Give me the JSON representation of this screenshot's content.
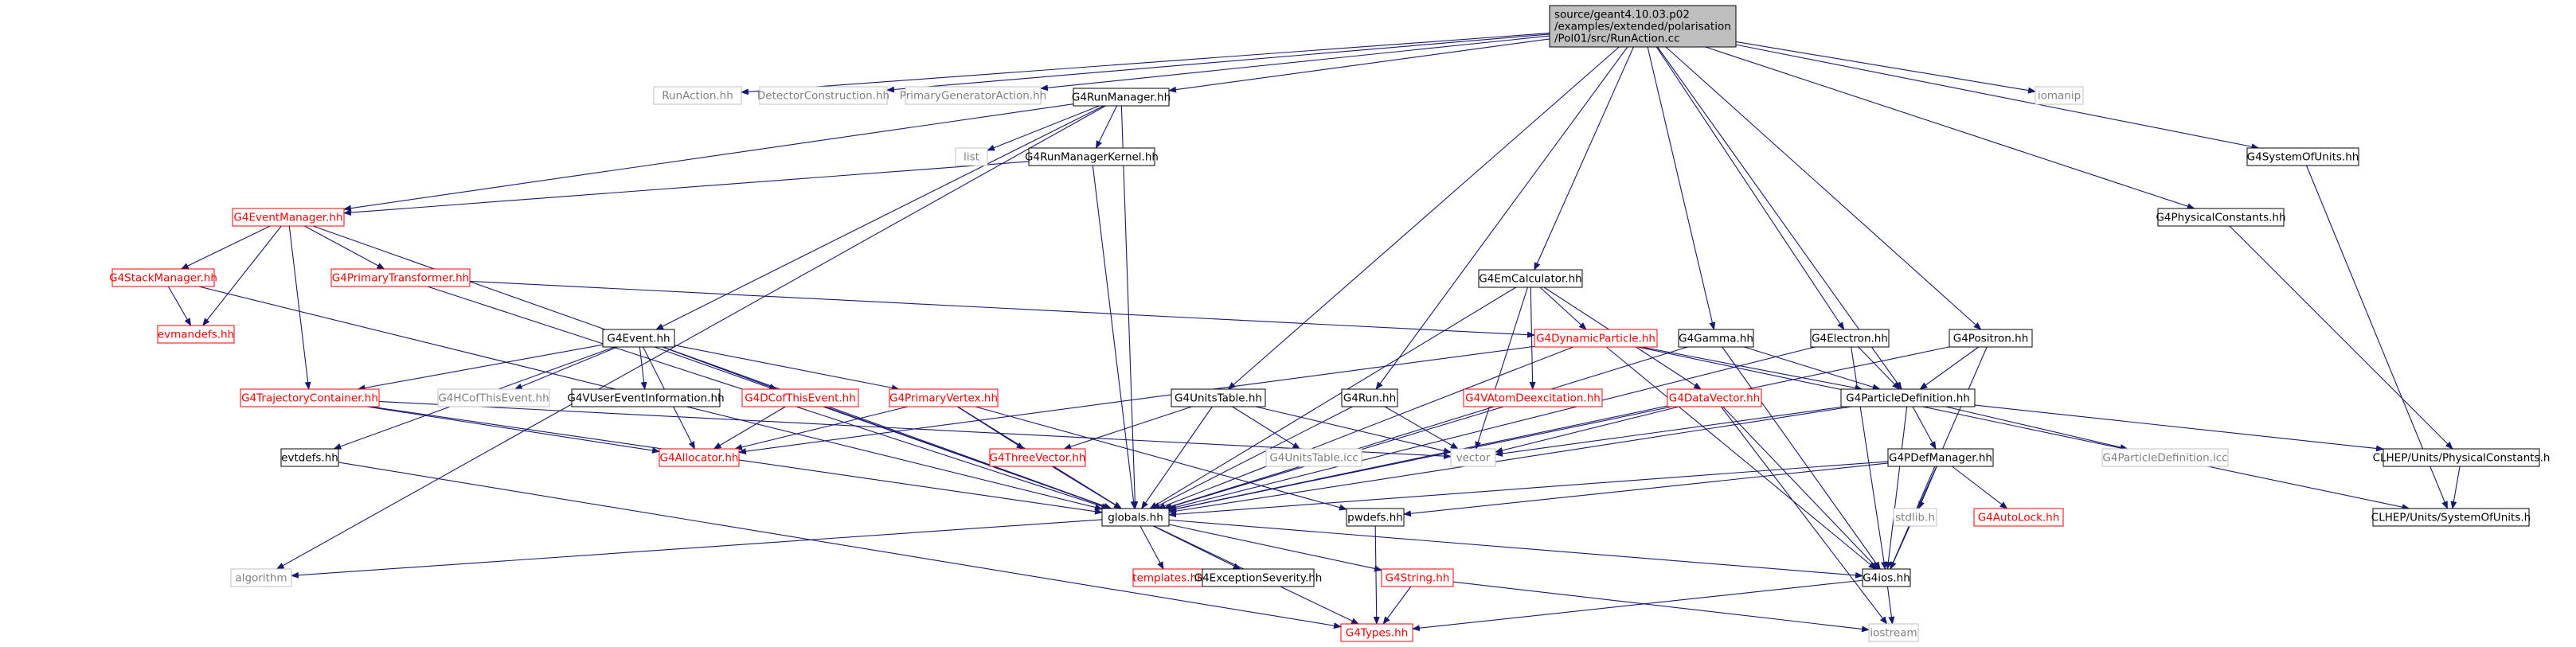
{
  "nodes": [
    {
      "id": "root",
      "lines": [
        "source/geant4.10.03.p02",
        "/examples/extended/polarisation",
        "/Pol01/src/RunAction.cc"
      ],
      "style": "root"
    },
    {
      "id": "runaction",
      "lines": [
        "RunAction.hh"
      ],
      "style": "gray"
    },
    {
      "id": "detcon",
      "lines": [
        "DetectorConstruction.hh"
      ],
      "style": "gray"
    },
    {
      "id": "primgen",
      "lines": [
        "PrimaryGeneratorAction.hh"
      ],
      "style": "gray"
    },
    {
      "id": "runmgr",
      "lines": [
        "G4RunManager.hh"
      ],
      "style": "black"
    },
    {
      "id": "iomanip",
      "lines": [
        "iomanip"
      ],
      "style": "gray"
    },
    {
      "id": "list",
      "lines": [
        "list"
      ],
      "style": "gray"
    },
    {
      "id": "runmgrkernel",
      "lines": [
        "G4RunManagerKernel.hh"
      ],
      "style": "black"
    },
    {
      "id": "sysunits",
      "lines": [
        "G4SystemOfUnits.hh"
      ],
      "style": "black"
    },
    {
      "id": "physconst",
      "lines": [
        "G4PhysicalConstants.hh"
      ],
      "style": "black"
    },
    {
      "id": "eventmgr",
      "lines": [
        "G4EventManager.hh"
      ],
      "style": "red"
    },
    {
      "id": "stackmgr",
      "lines": [
        "G4StackManager.hh"
      ],
      "style": "red"
    },
    {
      "id": "primtrans",
      "lines": [
        "G4PrimaryTransformer.hh"
      ],
      "style": "red"
    },
    {
      "id": "evmandefs",
      "lines": [
        "evmandefs.hh"
      ],
      "style": "red"
    },
    {
      "id": "emcalc",
      "lines": [
        "G4EmCalculator.hh"
      ],
      "style": "black"
    },
    {
      "id": "event",
      "lines": [
        "G4Event.hh"
      ],
      "style": "black"
    },
    {
      "id": "dynpart",
      "lines": [
        "G4DynamicParticle.hh"
      ],
      "style": "red"
    },
    {
      "id": "gamma",
      "lines": [
        "G4Gamma.hh"
      ],
      "style": "black"
    },
    {
      "id": "electron",
      "lines": [
        "G4Electron.hh"
      ],
      "style": "black"
    },
    {
      "id": "positron",
      "lines": [
        "G4Positron.hh"
      ],
      "style": "black"
    },
    {
      "id": "trajcont",
      "lines": [
        "G4TrajectoryContainer.hh"
      ],
      "style": "red"
    },
    {
      "id": "hcofthis",
      "lines": [
        "G4HCofThisEvent.hh"
      ],
      "style": "gray"
    },
    {
      "id": "vuserevent",
      "lines": [
        "G4VUserEventInformation.hh"
      ],
      "style": "black"
    },
    {
      "id": "dcofthis",
      "lines": [
        "G4DCofThisEvent.hh"
      ],
      "style": "red"
    },
    {
      "id": "primvertex",
      "lines": [
        "G4PrimaryVertex.hh"
      ],
      "style": "red"
    },
    {
      "id": "unitstable",
      "lines": [
        "G4UnitsTable.hh"
      ],
      "style": "black"
    },
    {
      "id": "run",
      "lines": [
        "G4Run.hh"
      ],
      "style": "black"
    },
    {
      "id": "atomdeex",
      "lines": [
        "G4VAtomDeexcitation.hh"
      ],
      "style": "red"
    },
    {
      "id": "datavector",
      "lines": [
        "G4DataVector.hh"
      ],
      "style": "red"
    },
    {
      "id": "partdef",
      "lines": [
        "G4ParticleDefinition.hh"
      ],
      "style": "black"
    },
    {
      "id": "clhepconst",
      "lines": [
        "CLHEP/Units/PhysicalConstants.h"
      ],
      "style": "black"
    },
    {
      "id": "evtdefs",
      "lines": [
        "evtdefs.hh"
      ],
      "style": "black"
    },
    {
      "id": "allocator",
      "lines": [
        "G4Allocator.hh"
      ],
      "style": "red"
    },
    {
      "id": "threevector",
      "lines": [
        "G4ThreeVector.hh"
      ],
      "style": "red"
    },
    {
      "id": "unitstableicc",
      "lines": [
        "G4UnitsTable.icc"
      ],
      "style": "gray"
    },
    {
      "id": "vector",
      "lines": [
        "vector"
      ],
      "style": "gray"
    },
    {
      "id": "pdefmgr",
      "lines": [
        "G4PDefManager.hh"
      ],
      "style": "black"
    },
    {
      "id": "partdeficc",
      "lines": [
        "G4ParticleDefinition.icc"
      ],
      "style": "gray"
    },
    {
      "id": "clhepsys",
      "lines": [
        "CLHEP/Units/SystemOfUnits.h"
      ],
      "style": "black"
    },
    {
      "id": "globals",
      "lines": [
        "globals.hh"
      ],
      "style": "black"
    },
    {
      "id": "pwdefs",
      "lines": [
        "pwdefs.hh"
      ],
      "style": "black"
    },
    {
      "id": "stdlib",
      "lines": [
        "stdlib.h"
      ],
      "style": "gray"
    },
    {
      "id": "autolock",
      "lines": [
        "G4AutoLock.hh"
      ],
      "style": "red"
    },
    {
      "id": "algorithm",
      "lines": [
        "algorithm"
      ],
      "style": "gray"
    },
    {
      "id": "templates",
      "lines": [
        "templates.hh"
      ],
      "style": "red"
    },
    {
      "id": "exsev",
      "lines": [
        "G4ExceptionSeverity.hh"
      ],
      "style": "black"
    },
    {
      "id": "string",
      "lines": [
        "G4String.hh"
      ],
      "style": "red"
    },
    {
      "id": "ios",
      "lines": [
        "G4ios.hh"
      ],
      "style": "black"
    },
    {
      "id": "iostream",
      "lines": [
        "iostream"
      ],
      "style": "gray"
    },
    {
      "id": "types",
      "lines": [
        "G4Types.hh"
      ],
      "style": "red"
    }
  ],
  "edges": [
    [
      "root",
      "runaction"
    ],
    [
      "root",
      "detcon"
    ],
    [
      "root",
      "primgen"
    ],
    [
      "root",
      "runmgr"
    ],
    [
      "root",
      "iomanip"
    ],
    [
      "root",
      "sysunits"
    ],
    [
      "root",
      "physconst"
    ],
    [
      "root",
      "emcalc"
    ],
    [
      "root",
      "gamma"
    ],
    [
      "root",
      "electron"
    ],
    [
      "root",
      "positron"
    ],
    [
      "root",
      "unitstable"
    ],
    [
      "root",
      "run"
    ],
    [
      "root",
      "partdef"
    ],
    [
      "runmgr",
      "list"
    ],
    [
      "runmgr",
      "runmgrkernel"
    ],
    [
      "runmgr",
      "eventmgr"
    ],
    [
      "runmgr",
      "event"
    ],
    [
      "runmgr",
      "globals"
    ],
    [
      "runmgr",
      "algorithm"
    ],
    [
      "runmgrkernel",
      "eventmgr"
    ],
    [
      "runmgrkernel",
      "globals"
    ],
    [
      "sysunits",
      "clhepsys"
    ],
    [
      "physconst",
      "clhepconst"
    ],
    [
      "eventmgr",
      "stackmgr"
    ],
    [
      "eventmgr",
      "primtrans"
    ],
    [
      "eventmgr",
      "evmandefs"
    ],
    [
      "eventmgr",
      "trajcont"
    ],
    [
      "eventmgr",
      "globals"
    ],
    [
      "stackmgr",
      "evmandefs"
    ],
    [
      "stackmgr",
      "globals"
    ],
    [
      "primtrans",
      "dynpart"
    ],
    [
      "primtrans",
      "globals"
    ],
    [
      "emcalc",
      "dynpart"
    ],
    [
      "emcalc",
      "atomdeex"
    ],
    [
      "emcalc",
      "datavector"
    ],
    [
      "emcalc",
      "vector"
    ],
    [
      "emcalc",
      "globals"
    ],
    [
      "event",
      "evtdefs"
    ],
    [
      "event",
      "trajcont"
    ],
    [
      "event",
      "hcofthis"
    ],
    [
      "event",
      "vuserevent"
    ],
    [
      "event",
      "dcofthis"
    ],
    [
      "event",
      "primvertex"
    ],
    [
      "event",
      "allocator"
    ],
    [
      "event",
      "globals"
    ],
    [
      "dynpart",
      "allocator"
    ],
    [
      "dynpart",
      "partdef"
    ],
    [
      "dynpart",
      "globals"
    ],
    [
      "dynpart",
      "ios"
    ],
    [
      "dynpart",
      "clhepsys"
    ],
    [
      "gamma",
      "partdef"
    ],
    [
      "gamma",
      "globals"
    ],
    [
      "gamma",
      "ios"
    ],
    [
      "electron",
      "partdef"
    ],
    [
      "electron",
      "globals"
    ],
    [
      "electron",
      "ios"
    ],
    [
      "positron",
      "partdef"
    ],
    [
      "positron",
      "globals"
    ],
    [
      "positron",
      "ios"
    ],
    [
      "trajcont",
      "allocator"
    ],
    [
      "trajcont",
      "vector"
    ],
    [
      "trajcont",
      "globals"
    ],
    [
      "dcofthis",
      "allocator"
    ],
    [
      "dcofthis",
      "globals"
    ],
    [
      "primvertex",
      "allocator"
    ],
    [
      "primvertex",
      "threevector"
    ],
    [
      "primvertex",
      "pwdefs"
    ],
    [
      "primvertex",
      "globals"
    ],
    [
      "unitstable",
      "threevector"
    ],
    [
      "unitstable",
      "unitstableicc"
    ],
    [
      "unitstable",
      "vector"
    ],
    [
      "unitstable",
      "globals"
    ],
    [
      "run",
      "vector"
    ],
    [
      "run",
      "globals"
    ],
    [
      "atomdeex",
      "globals"
    ],
    [
      "datavector",
      "vector"
    ],
    [
      "datavector",
      "globals"
    ],
    [
      "datavector",
      "ios"
    ],
    [
      "datavector",
      "iostream"
    ],
    [
      "partdef",
      "vector"
    ],
    [
      "partdef",
      "globals"
    ],
    [
      "partdef",
      "ios"
    ],
    [
      "partdef",
      "pdefmgr"
    ],
    [
      "partdef",
      "partdeficc"
    ],
    [
      "partdef",
      "clhepconst"
    ],
    [
      "clhepconst",
      "clhepsys"
    ],
    [
      "evtdefs",
      "types"
    ],
    [
      "threevector",
      "globals"
    ],
    [
      "pdefmgr",
      "globals"
    ],
    [
      "pdefmgr",
      "ios"
    ],
    [
      "pdefmgr",
      "pwdefs"
    ],
    [
      "pdefmgr",
      "stdlib"
    ],
    [
      "pdefmgr",
      "autolock"
    ],
    [
      "pwdefs",
      "types"
    ],
    [
      "globals",
      "algorithm"
    ],
    [
      "globals",
      "templates"
    ],
    [
      "globals",
      "exsev"
    ],
    [
      "globals",
      "string"
    ],
    [
      "globals",
      "ios"
    ],
    [
      "globals",
      "types"
    ],
    [
      "string",
      "types"
    ],
    [
      "string",
      "iostream"
    ],
    [
      "ios",
      "types"
    ],
    [
      "ios",
      "iostream"
    ]
  ],
  "colors": {
    "edge": "#191970",
    "black_border": "#000000",
    "red_border": "#ff0000",
    "gray_border": "#bfbfbf",
    "gray_text": "#7f7f7f",
    "red_text": "#ff0000",
    "root_fill": "#bfbfbf"
  }
}
